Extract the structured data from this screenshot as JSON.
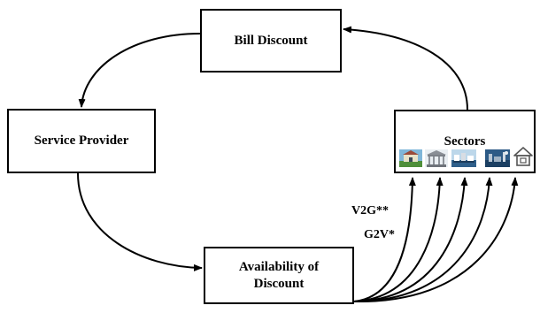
{
  "nodes": {
    "bill_discount": "Bill Discount",
    "service_provider": "Service Provider",
    "availability": "Availability of\nDiscount",
    "sectors": "Sectors"
  },
  "labels": {
    "v2g": "V2G**",
    "g2v": "G2V*"
  },
  "sector_icons": [
    "resort-icon",
    "government-building-icon",
    "harbor-icon",
    "industrial-icon",
    "home-icon"
  ]
}
